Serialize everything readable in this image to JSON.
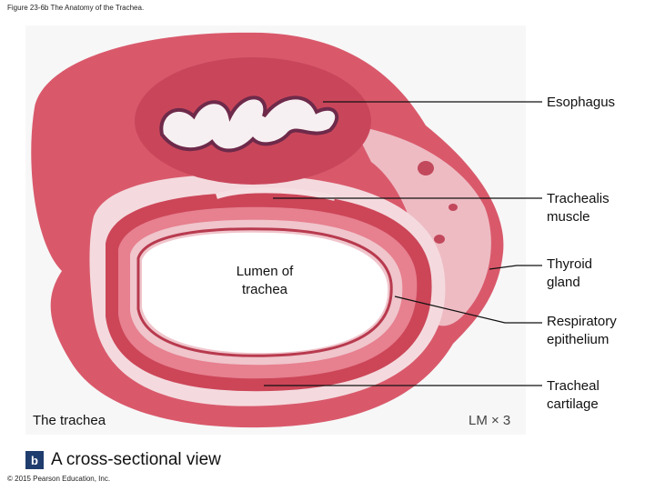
{
  "figure_title": "Figure 23-6b The Anatomy of the Trachea.",
  "labels": {
    "esophagus": "Esophagus",
    "trachealis_1": "Trachealis",
    "trachealis_2": "muscle",
    "thyroid_1": "Thyroid",
    "thyroid_2": "gland",
    "respiratory_1": "Respiratory",
    "respiratory_2": "epithelium",
    "cartilage_1": "Tracheal",
    "cartilage_2": "cartilage",
    "lumen_1": "Lumen of",
    "lumen_2": "trachea"
  },
  "inset_label": "The trachea",
  "magnification": "LM × 3",
  "caption": {
    "badge": "b",
    "text": "A cross-sectional view"
  },
  "copyright": "© 2015 Pearson Education, Inc.",
  "colors": {
    "tissue": "#d9596b",
    "tissue_dark": "#b83a4e",
    "tissue_light": "#e88b96",
    "connective_pale": "#f1cdd2",
    "badge": "#1f3c6e"
  }
}
